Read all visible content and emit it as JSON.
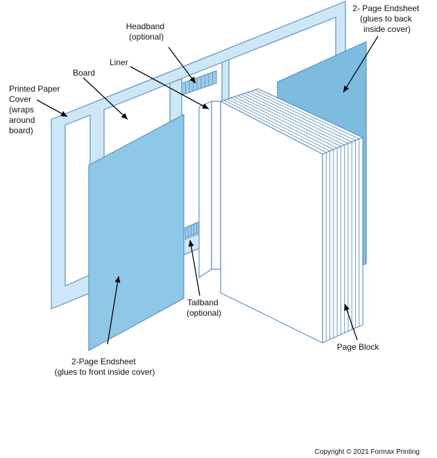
{
  "colors": {
    "cover_fill": "#cde7f7",
    "board_line": "#5a90bf",
    "endsheet_fill": "#8fc8e6",
    "endsheet_back_fill": "#7dbbdf",
    "page_fill": "#ffffff",
    "band_fill": "#9ccbe8",
    "leader": "#000000"
  },
  "labels": {
    "headband": [
      "Headband",
      "(optional)"
    ],
    "liner": [
      "Liner"
    ],
    "board": [
      "Board"
    ],
    "printed_cover": [
      "Printed Paper",
      "Cover",
      "(wraps",
      "around",
      "board)"
    ],
    "back_endsheet": [
      "2- Page Endsheet",
      "(glues to back",
      "inside cover)"
    ],
    "front_endsheet": [
      "2-Page Endsheet",
      "(glues to front inside cover)"
    ],
    "tailband": [
      "Tailband",
      "(optional)"
    ],
    "page_block": [
      "Page Block"
    ]
  },
  "copyright": "Copyright © 2021 Formax Printing"
}
